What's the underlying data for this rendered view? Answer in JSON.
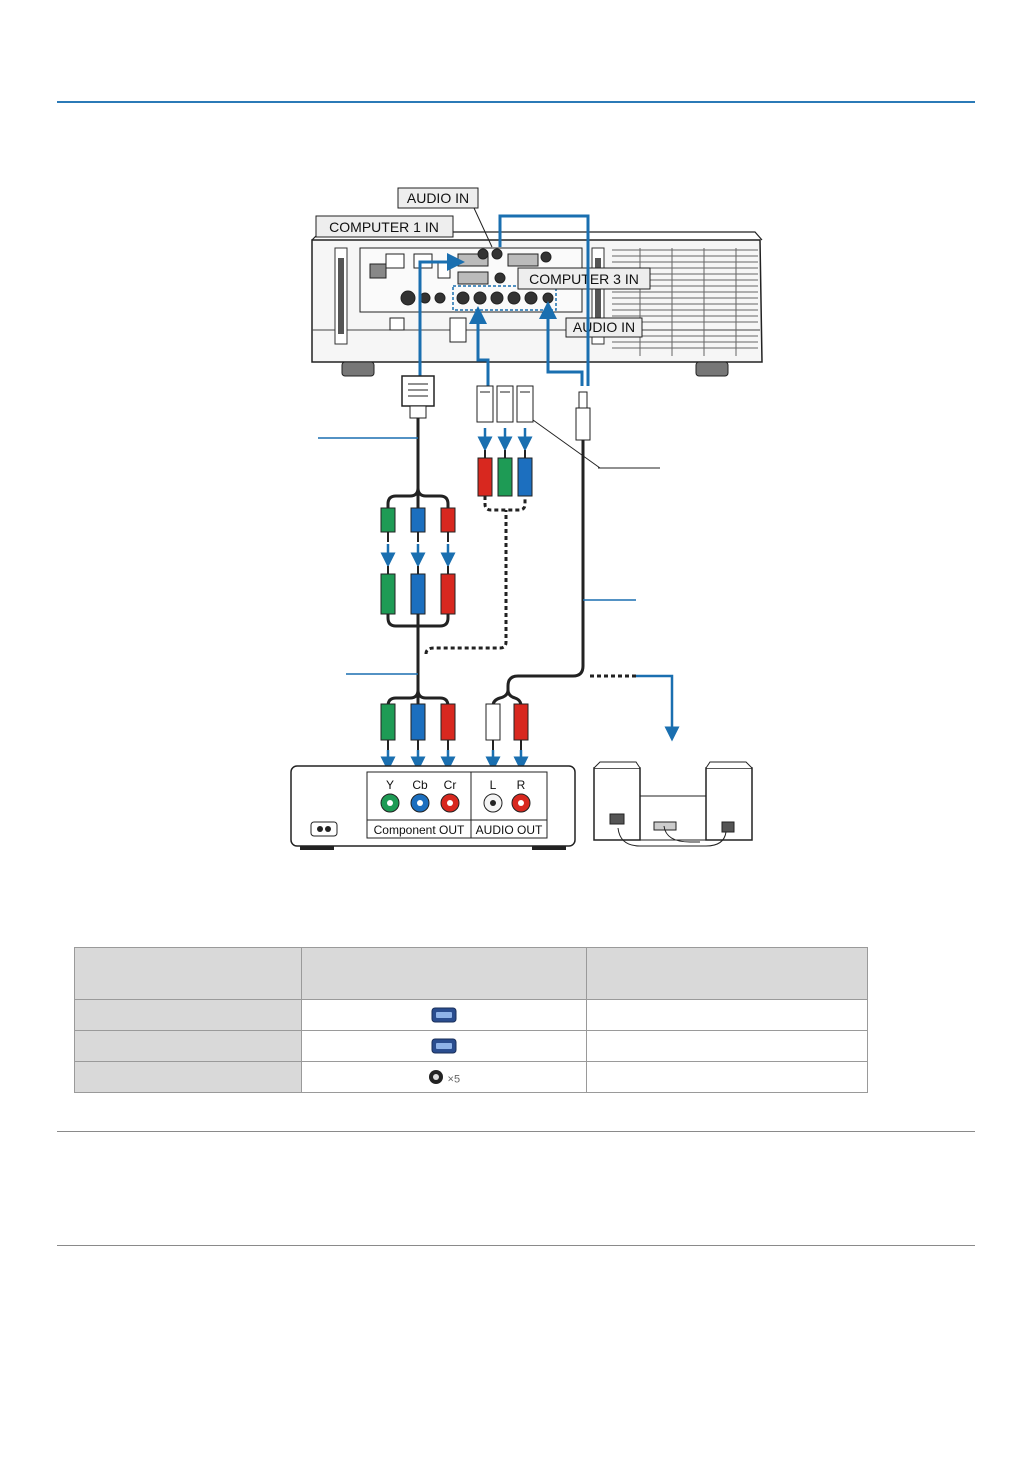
{
  "diagram": {
    "projector_labels": {
      "audio_in_top": "AUDIO IN",
      "computer1_in": "COMPUTER 1 IN",
      "computer3_in": "COMPUTER 3 IN",
      "audio_in_right": "AUDIO IN"
    },
    "player_labels": {
      "y": "Y",
      "cb": "Cb",
      "cr": "Cr",
      "component_out": "Component OUT",
      "l": "L",
      "r": "R",
      "audio_out": "AUDIO OUT"
    }
  },
  "table": {
    "headers": [
      "",
      "",
      ""
    ],
    "rows": [
      {
        "c0": "",
        "icon": "vga-port-icon",
        "c2": ""
      },
      {
        "c0": "",
        "icon": "vga-port-icon",
        "c2": ""
      },
      {
        "c0": "",
        "icon": "bnc-port-x5-icon",
        "c2": ""
      }
    ],
    "icon_multiplier": "×5"
  },
  "colors": {
    "rule": "#2b7ab7",
    "arrow": "#1a6fb0",
    "plug_green": "#1e9b55",
    "plug_blue": "#1c6fbf",
    "plug_red": "#d8281f",
    "table_header_bg": "#d9d9d9"
  }
}
